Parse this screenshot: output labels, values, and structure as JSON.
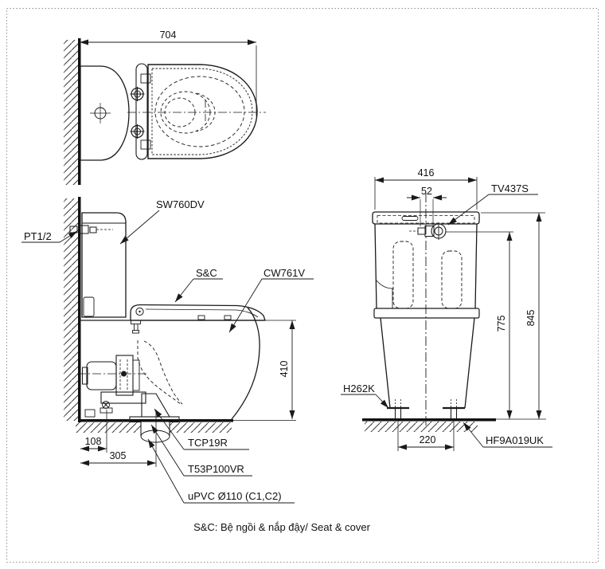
{
  "page": {
    "caption": "S&C: Bệ ngồi & nắp đậy/ Seat & cover"
  },
  "top_view": {
    "dim_overall_depth": "704"
  },
  "side_view": {
    "cistern_label": "SW760DV",
    "supply_label": "PT1/2",
    "seat_label": "S&C",
    "bowl_label": "CW761V",
    "dim_rim_height": "410",
    "dim_supply_offset": "108",
    "dim_outlet_offset": "305",
    "connector_label": "TCP19R",
    "outlet_label": "T53P100VR",
    "pipe_label": "uPVC Ø110 (C1,C2)"
  },
  "rear_view": {
    "dim_cistern_width": "416",
    "dim_inlet_offset": "52",
    "valve_label": "TV437S",
    "dim_valve_height": "775",
    "dim_overall_height": "845",
    "bolt_cap_label": "H262K",
    "dim_bolt_spacing": "220",
    "fixing_kit_label": "HF9A019UK"
  },
  "colors": {
    "line": "#1a1a1a",
    "border": "#8f8f8f",
    "background": "#ffffff"
  }
}
